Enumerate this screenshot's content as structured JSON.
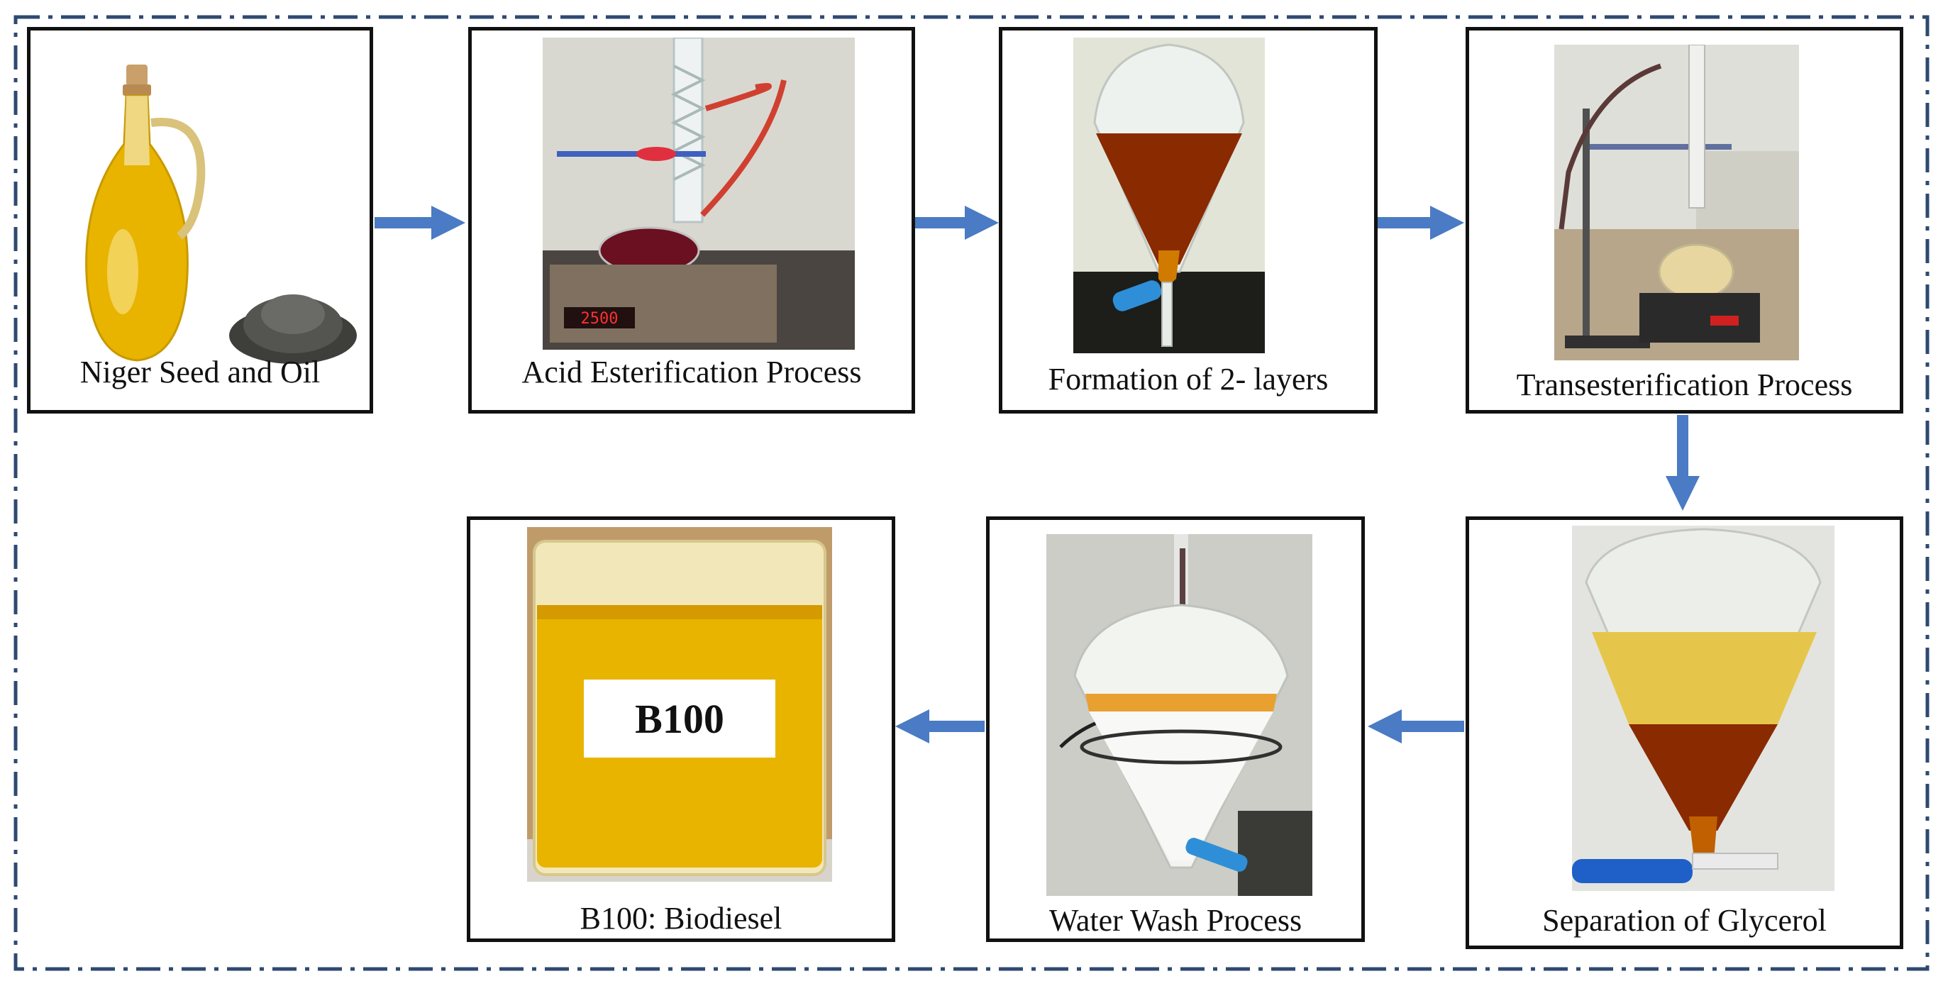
{
  "steps": [
    {
      "id": "niger-seed-oil",
      "label": "Niger Seed and Oil"
    },
    {
      "id": "acid-esterification",
      "label": "Acid Esterification Process"
    },
    {
      "id": "formation-2-layers",
      "label": "Formation of 2- layers"
    },
    {
      "id": "transesterification",
      "label": "Transesterification Process"
    },
    {
      "id": "separation-glycerol",
      "label": "Separation of Glycerol"
    },
    {
      "id": "water-wash",
      "label": "Water Wash Process"
    },
    {
      "id": "biodiesel",
      "label": "B100: Biodiesel"
    }
  ],
  "beaker_label": "B100",
  "meter_readout": "2500",
  "colors": {
    "frame": "#2e4a72",
    "arrow": "#4a7bc4",
    "oil": "#e8b400",
    "dark_layer": "#8a2a00",
    "box_border": "#111111"
  }
}
